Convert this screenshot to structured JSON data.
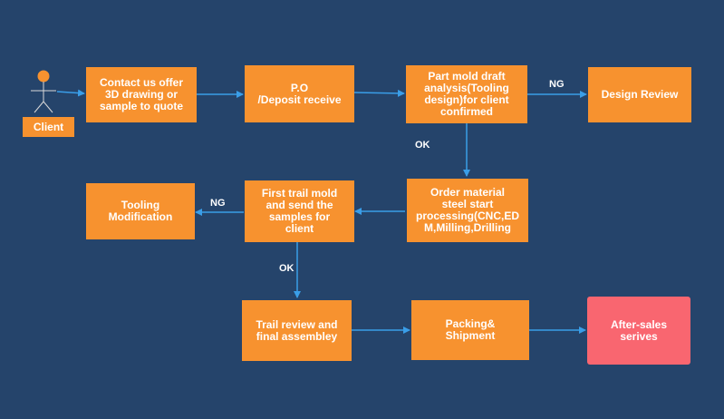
{
  "actor": {
    "label": "Client"
  },
  "nodes": {
    "contact": "Contact us offer\n3D drawing or\nsample to quote",
    "po": "P.O\n/Deposit receive",
    "analysis": "Part mold draft\nanalysis(Tooling\ndesign)for client\nconfirmed",
    "design_review": "Design Review",
    "order_material": "Order material\nsteel start\nprocessing(CNC,ED\nM,Milling,Drilling",
    "first_trail": "First trail mold\nand send the\nsamples for\nclient",
    "tooling_mod": "Tooling\nModification",
    "trail_review": "Trail review and\nfinal assembley",
    "packing": "Packing&\nShipment",
    "after_sales": "After-sales\nserives"
  },
  "edge_labels": {
    "ng_design": "NG",
    "ok_order": "OK",
    "ng_tooling": "NG",
    "ok_review": "OK"
  },
  "colors": {
    "background": "#25446b",
    "node_fill": "#f7922f",
    "terminal_fill": "#f96670",
    "edge": "#3a9ee8"
  }
}
